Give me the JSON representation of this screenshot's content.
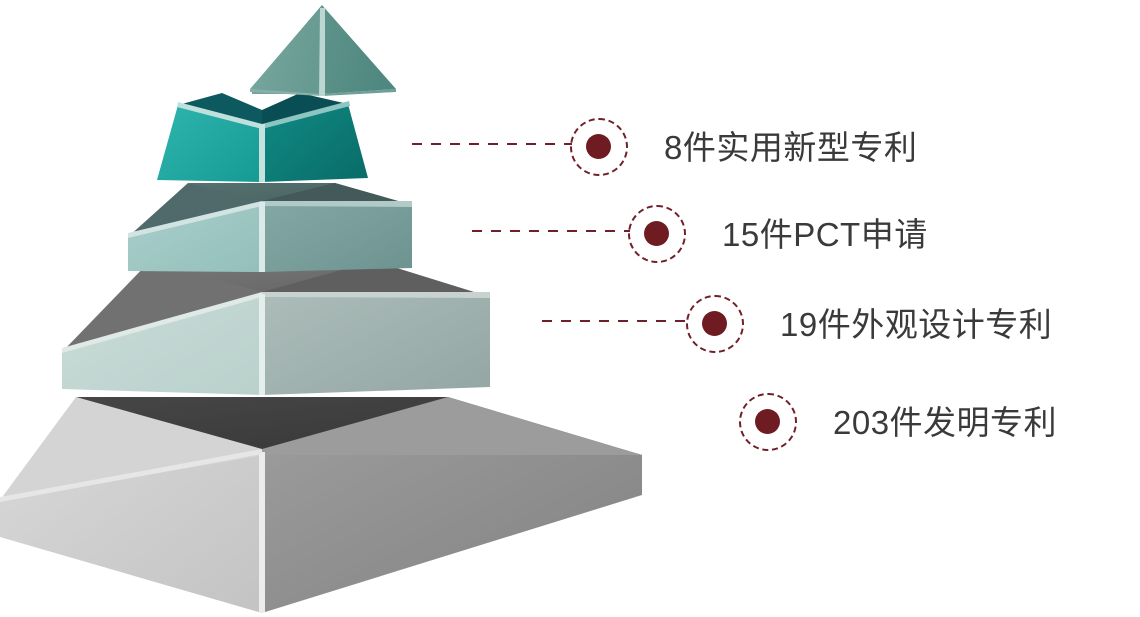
{
  "chart_data": {
    "type": "pie",
    "title": "",
    "subtitle": "",
    "xlabel": "",
    "ylabel": "",
    "legend_position": "right",
    "grid": false,
    "shape": "3d-stacked-pyramid",
    "categories": [
      "8件实用新型专利",
      "15件PCT申请",
      "19件外观设计专利",
      "203件发明专利"
    ],
    "values": [
      8,
      15,
      19,
      203
    ],
    "units": "件",
    "annotations": [
      "8件实用新型专利",
      "15件PCT申请",
      "19件外观设计专利",
      "203件发明专利"
    ]
  },
  "colors": {
    "marker_ring": "#70202a",
    "marker_dot": "#6e1b22",
    "connector": "#70202a",
    "label_text": "#3a3a3a",
    "background": "#ffffff",
    "tier_1_left": "#6d9e96",
    "tier_1_right": "#5a8f87",
    "tier_2_left": "#25a6a0",
    "tier_2_right": "#0e7b76",
    "tier_2_top": "#0b5359",
    "tier_3_left": "#9fc6c3",
    "tier_3_right": "#7a9e9b",
    "tier_3_top": "#4f6967",
    "tier_4_left": "#c2d6d2",
    "tier_4_right": "#a4b5b2",
    "tier_4_top": "#6e6e6e",
    "tier_5_left": "#cfcfcf",
    "tier_5_right": "#8f8f8f",
    "tier_5_top": "#3d3d3d"
  },
  "pyramid": {
    "name": "patent-pyramid",
    "tiers": [
      {
        "id": "tier-apex",
        "label": "",
        "level": 1
      },
      {
        "id": "tier-utility-model",
        "label": "8件实用新型专利",
        "level": 2
      },
      {
        "id": "tier-pct",
        "label": "15件PCT申请",
        "level": 3
      },
      {
        "id": "tier-design",
        "label": "19件外观设计专利",
        "level": 4
      },
      {
        "id": "tier-invention",
        "label": "203件发明专利",
        "level": 5
      }
    ]
  },
  "callouts": [
    {
      "id": "callout-utility-model",
      "label": "8件实用新型专利",
      "count": 8,
      "unit": "件",
      "category": "实用新型专利",
      "has_connector": true
    },
    {
      "id": "callout-pct",
      "label": "15件PCT申请",
      "count": 15,
      "unit": "件",
      "category": "PCT申请",
      "has_connector": true
    },
    {
      "id": "callout-design",
      "label": "19件外观设计专利",
      "count": 19,
      "unit": "件",
      "category": "外观设计专利",
      "has_connector": true
    },
    {
      "id": "callout-invention",
      "label": "203件发明专利",
      "count": 203,
      "unit": "件",
      "category": "发明专利",
      "has_connector": false
    }
  ]
}
